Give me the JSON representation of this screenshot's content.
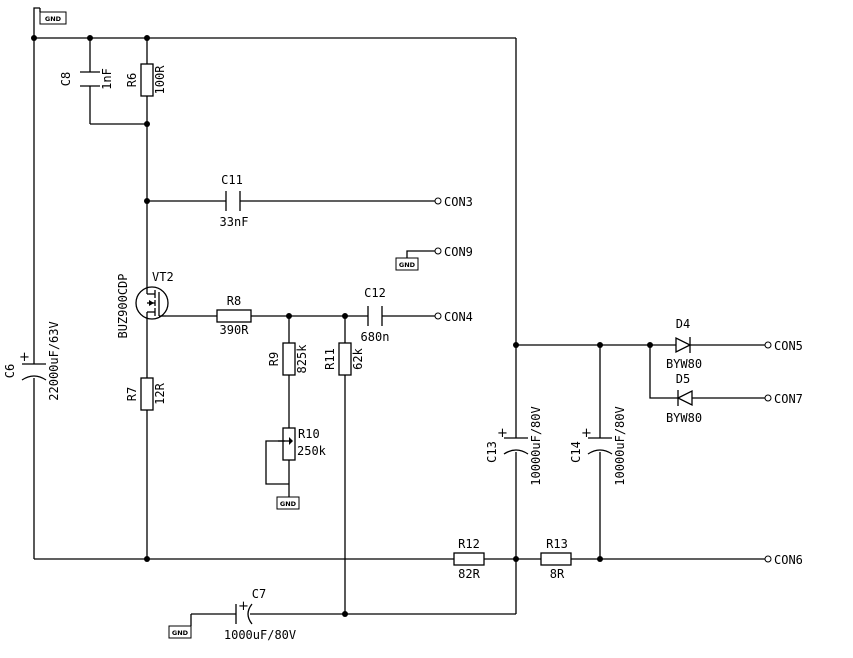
{
  "gnd_label": "GND",
  "connectors": {
    "con3": "CON3",
    "con4": "CON4",
    "con5": "CON5",
    "con6": "CON6",
    "con7": "CON7",
    "con9": "CON9"
  },
  "components": {
    "c6": {
      "ref": "C6",
      "value": "22000uF/63V"
    },
    "c7": {
      "ref": "C7",
      "value": "1000uF/80V"
    },
    "c8": {
      "ref": "C8",
      "value": "1nF"
    },
    "c11": {
      "ref": "C11",
      "value": "33nF"
    },
    "c12": {
      "ref": "C12",
      "value": "680n"
    },
    "c13": {
      "ref": "C13",
      "value": "10000uF/80V"
    },
    "c14": {
      "ref": "C14",
      "value": "10000uF/80V"
    },
    "r6": {
      "ref": "R6",
      "value": "100R"
    },
    "r7": {
      "ref": "R7",
      "value": "12R"
    },
    "r8": {
      "ref": "R8",
      "value": "390R"
    },
    "r9": {
      "ref": "R9",
      "value": "825k"
    },
    "r10": {
      "ref": "R10",
      "value": "250k"
    },
    "r11": {
      "ref": "R11",
      "value": "62k"
    },
    "r12": {
      "ref": "R12",
      "value": "82R"
    },
    "r13": {
      "ref": "R13",
      "value": "8R"
    },
    "vt2": {
      "ref": "VT2",
      "value": "BUZ900CDP"
    },
    "d4": {
      "ref": "D4",
      "value": "BYW80"
    },
    "d5": {
      "ref": "D5",
      "value": "BYW80"
    }
  }
}
